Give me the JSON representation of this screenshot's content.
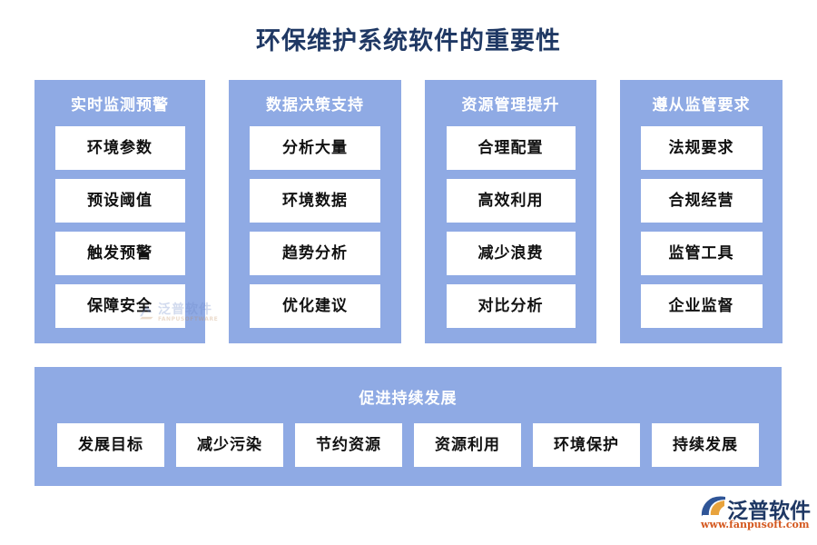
{
  "page": {
    "title": "环保维护系统软件的重要性",
    "background_color": "#ffffff",
    "panel_color": "#8faae4",
    "card_color": "#ffffff",
    "title_color": "#1f3864",
    "card_text_color": "#111111"
  },
  "columns": [
    {
      "title": "实时监测预警",
      "cards": [
        "环境参数",
        "预设阈值",
        "触发预警",
        "保障安全"
      ]
    },
    {
      "title": "数据决策支持",
      "cards": [
        "分析大量",
        "环境数据",
        "趋势分析",
        "优化建议"
      ]
    },
    {
      "title": "资源管理提升",
      "cards": [
        "合理配置",
        "高效利用",
        "减少浪费",
        "对比分析"
      ]
    },
    {
      "title": "遵从监管要求",
      "cards": [
        "法规要求",
        "合规经营",
        "监管工具",
        "企业监督"
      ]
    }
  ],
  "bottom": {
    "title": "促进持续发展",
    "cards": [
      "发展目标",
      "减少污染",
      "节约资源",
      "资源利用",
      "环境保护",
      "持续发展"
    ]
  },
  "watermark": {
    "text": "泛普软件",
    "subtext": "FANPUSOFTWARE"
  },
  "logo": {
    "text": "泛普软件",
    "url": "www.fanpusoft.com",
    "mark_color_blue": "#2f5597",
    "mark_color_orange": "#e8a33d",
    "url_color": "#d4581f"
  }
}
